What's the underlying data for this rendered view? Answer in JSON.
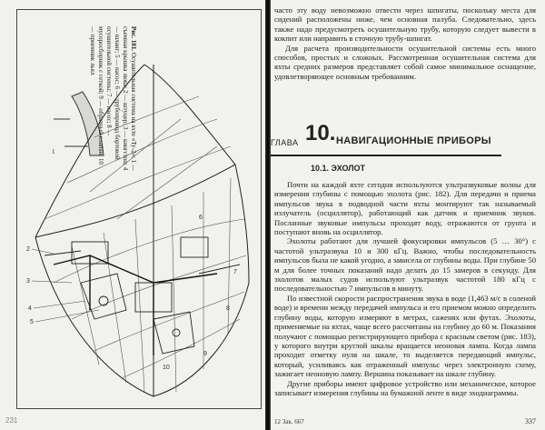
{
  "left_page": {
    "page_number": "231",
    "figure_caption": {
      "label": "Рис. 181.",
      "text": "Осушительная система на яхте «Ту-2»: 1 — съемная крышка люка; 2 — штуцер; 3 — кингстон; 4 — шланг; 5 — насос; 6 — трубопровод бортовой осушительной системы; 7 — насос; 8 — мусоросборник с сеткой; 9 — обратный клапан; 10 — приемник льял"
    }
  },
  "right_page": {
    "intro_paragraphs": [
      "часто эту воду невозможно отвести через шпигаты, поскольку места для сидений расположены ниже, чем основная палуба. Следовательно, здесь также надо предусмотреть осушительную трубу, которую следует вывести в кокпит или направить в сточную трубу-шпигат.",
      "Для расчета производительности осушительной системы есть много способов, простых и сложных. Рассмотренная осушительная система для яхты средних размеров представляет собой самое минимальное оснащение, удовлетворяющее основным требованиям."
    ],
    "chapter": {
      "word": "ГЛАВА",
      "number": "10.",
      "title": "НАВИГАЦИОННЫЕ ПРИБОРЫ"
    },
    "section_heading": "10.1. ЭХОЛОТ",
    "body_paragraphs": [
      "Почти на каждой яхте сегодня используются ультразвуковые волны для измерения глубины с помощью эхолота (рис. 182). Для передачи и приема импульсов звука в подводной части яхты монтируют так называемый излучатель (осциллятор), работающий как датчик и приемник звуков. Посланные звуковые импульсы проходят воду, отражаются от грунта и поступают вновь на осциллятор.",
      "Эхолоты работают для лучшей фокусировки импульсов (5 … 30°) с частотой ультразвука 10 и 300 кГц. Важно, чтобы последовательность импульсов была не какой угодно, а зависела от глубины воды. При глубине 50 м для более точных показаний надо делать до 15 замеров в секунду. Для эхолотов малых судов используют ультразвук частотой 180 кГц с последовательностью 7 импульсов в минуту.",
      "По известной скорости распространения звука в воде (1,463 м/с в соленой воде) и времени между передачей импульса и его приемом можно определить глубину воды, которую измеряют в метрах, саженях или футах. Эхолоты, применяемые на яхтах, чаще всего рассчитаны на глубину до 60 м. Показания получают с помощью регистрирующего прибора с красным светом (рис. 183), у которого внутри круглой шкалы вращается неоновая лампа. Когда лампа проходит отметку нуля на шкале, то выделяется передающий импульс, который, усиливаясь как отраженный импульс через электронную схему, зажигает неоновую лампу. Вершина показывает на шкале глубину.",
      "Другие приборы имеют цифровое устройство или механическое, которое записывает измерения глубины на бумажной ленте в виде эходиаграммы."
    ],
    "footer_signature": "12 Зак. 667",
    "page_number": "337"
  }
}
